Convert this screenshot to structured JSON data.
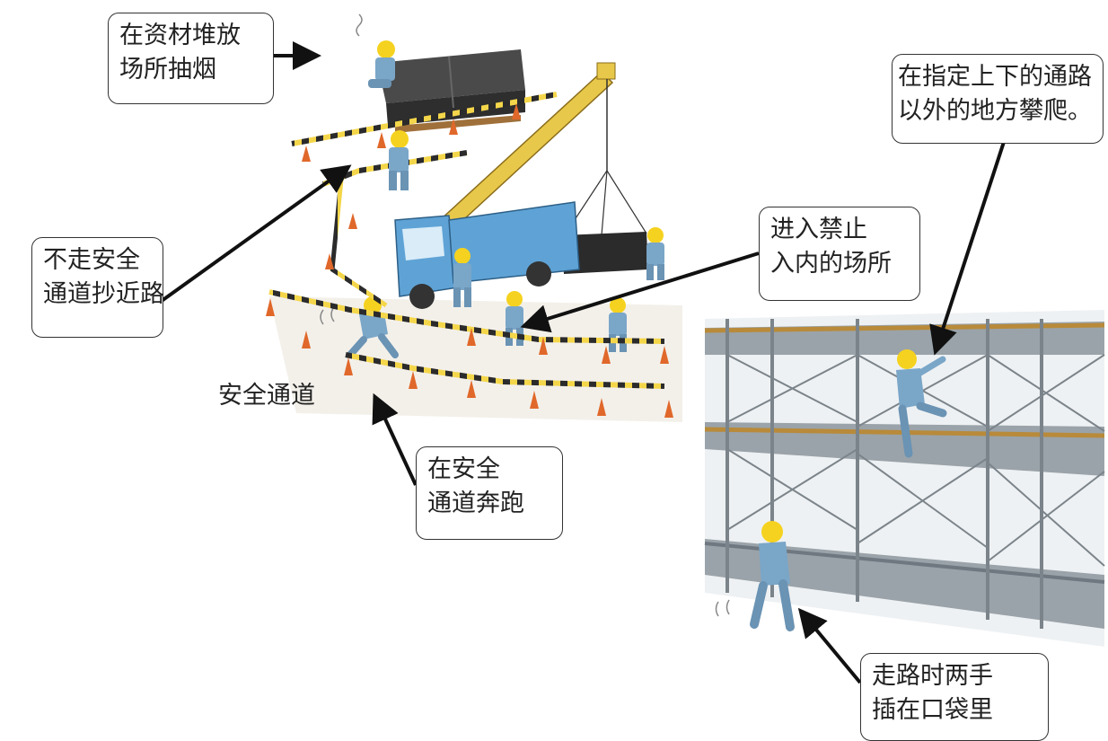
{
  "callouts": {
    "smoking": {
      "line1": "在资材堆放",
      "line2": "场所抽烟"
    },
    "shortcut": {
      "line1": "不走安全",
      "line2": "通道抄近路"
    },
    "no_entry": {
      "line1": "进入禁止",
      "line2": "入内的场所"
    },
    "climbing": {
      "line1": "在指定上下的通路",
      "line2": "以外的地方攀爬。"
    },
    "running": {
      "line1": "在安全",
      "line2": "通道奔跑"
    },
    "pockets": {
      "line1": "走路时两手",
      "line2": "插在口袋里"
    }
  },
  "labels": {
    "safety_passage": "安全通道"
  },
  "colors": {
    "helmet": "#f5d21f",
    "uniform": "#7aa6c8",
    "truck": "#5fa3d6",
    "crane": "#e8c84a",
    "cone": "#e0682a",
    "barrier_dark": "#2b2b2b",
    "material": "#4a4a4a",
    "scaffold_plank": "#9aa3a9",
    "scaffold_rail": "#b88a3a"
  },
  "icons": [
    "worker-figure",
    "truck-crane",
    "traffic-cone",
    "scaffold"
  ]
}
